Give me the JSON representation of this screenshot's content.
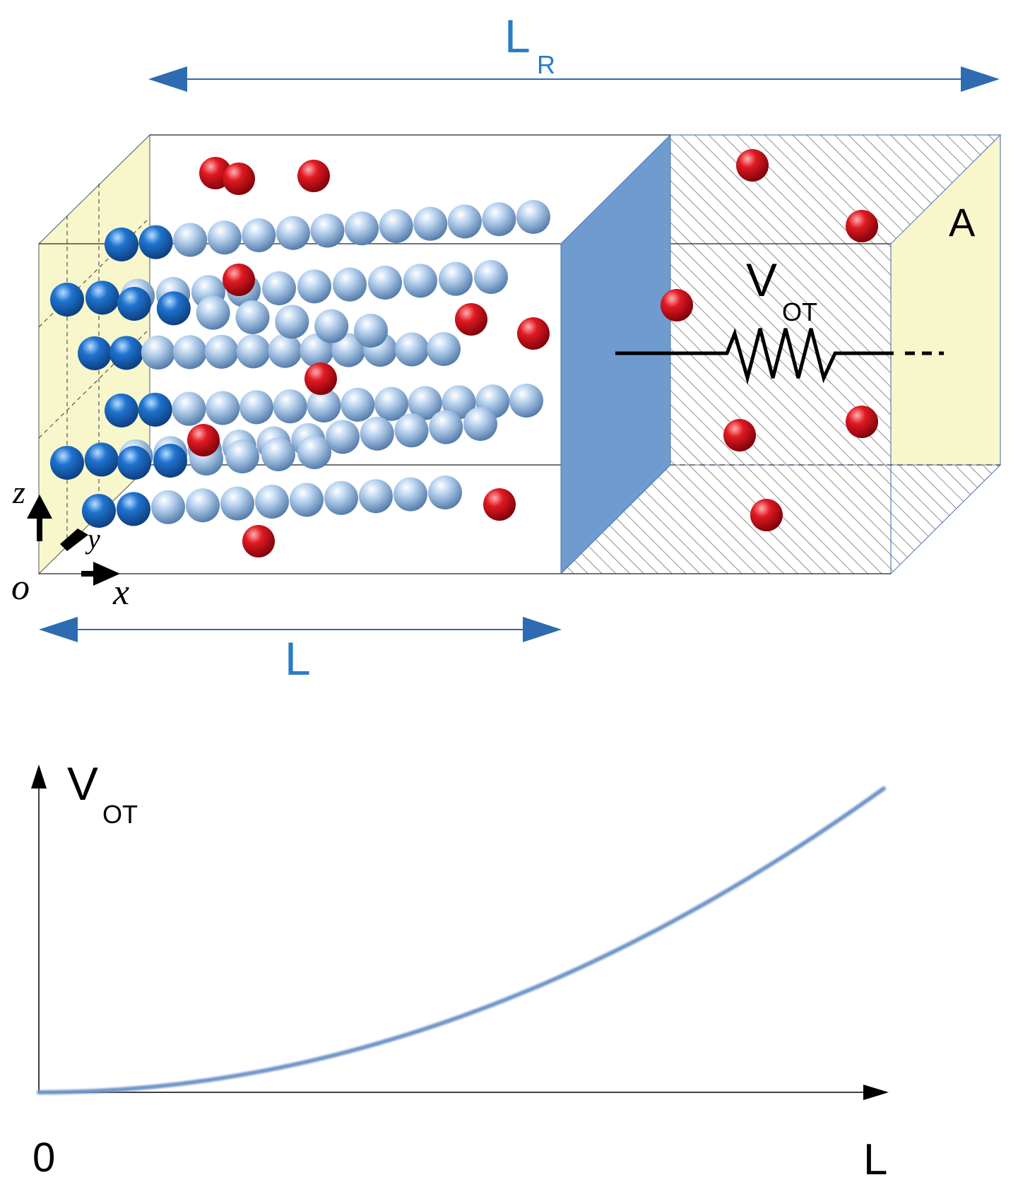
{
  "labels": {
    "lr_main": "L",
    "lr_sub": "R",
    "l_bottom": "L",
    "area": "A",
    "v_main": "V",
    "v_sub": "OT",
    "axis_z": "z",
    "axis_y": "y",
    "axis_x": "x",
    "origin": "o"
  },
  "chart_data": {
    "type": "line",
    "title": "",
    "ylabel_main": "V",
    "ylabel_sub": "OT",
    "xlabel": "L",
    "origin_label": "0",
    "curve": "quadratic",
    "x": [
      0,
      0.1,
      0.2,
      0.3,
      0.4,
      0.5,
      0.6,
      0.7,
      0.8,
      0.9,
      1.0
    ],
    "y": [
      0,
      0.01,
      0.04,
      0.09,
      0.16,
      0.25,
      0.36,
      0.49,
      0.64,
      0.81,
      1.0
    ],
    "line_color": "#6f95c8"
  },
  "colors": {
    "accent_blue": "#2e6bb0",
    "label_blue": "#2a7cc7",
    "membrane": "#6f9bcf",
    "end_face": "#f8f7cc",
    "red_ion": "#d0121b",
    "chain_dark": "#1f6cc0",
    "chain_light": "#a8c6e8"
  }
}
